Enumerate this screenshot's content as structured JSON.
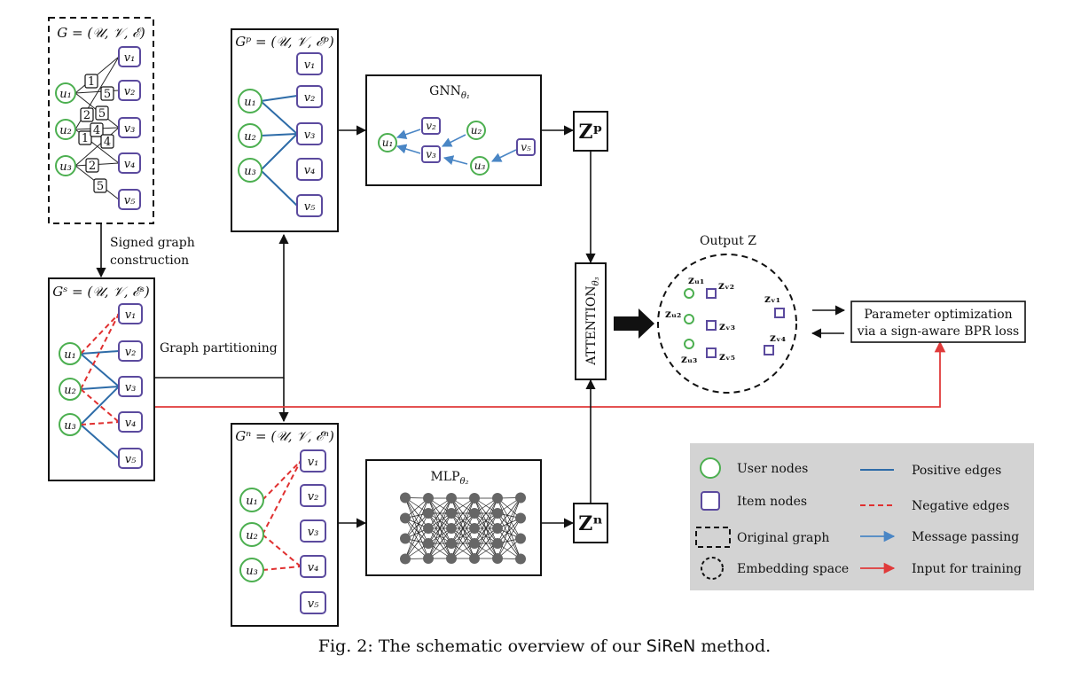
{
  "graph_g": {
    "title": "G = (𝒰, 𝒱, ℰ)"
  },
  "graph_s": {
    "title": "Gˢ = (𝒰, 𝒱, ℰˢ)"
  },
  "graph_p": {
    "title": "Gᵖ = (𝒰, 𝒱, ℰᵖ)"
  },
  "graph_n": {
    "title": "Gⁿ = (𝒰, 𝒱, ℰⁿ)"
  },
  "nodes": {
    "u1": "u₁",
    "u2": "u₂",
    "u3": "u₃",
    "v1": "v₁",
    "v2": "v₂",
    "v3": "v₃",
    "v4": "v₄",
    "v5": "v₅"
  },
  "ratings": [
    "1",
    "5",
    "2",
    "5",
    "1",
    "4",
    "4",
    "2",
    "5"
  ],
  "labels": {
    "signed_construction_1": "Signed graph",
    "signed_construction_2": "construction",
    "graph_partitioning": "Graph partitioning",
    "gnn": "GNN",
    "gnn_sub": "θ₁",
    "mlp": "MLP",
    "mlp_sub": "θ₂",
    "zp": "Zᵖ",
    "zn": "Zⁿ",
    "attention": "ATTENTION",
    "attention_sub": "θ₃",
    "output": "Output Z",
    "param_opt_1": "Parameter optimization",
    "param_opt_2": "via a sign-aware BPR loss"
  },
  "embeddings": {
    "zu1": "zᵤ₁",
    "zu2": "zᵤ₂",
    "zu3": "zᵤ₃",
    "zv1": "zᵥ₁",
    "zv2": "zᵥ₂",
    "zv3": "zᵥ₃",
    "zv4": "zᵥ₄",
    "zv5": "zᵥ₅"
  },
  "legend": {
    "user_nodes": "User nodes",
    "item_nodes": "Item nodes",
    "original_graph": "Original graph",
    "embedding_space": "Embedding space",
    "positive_edges": "Positive edges",
    "negative_edges": "Negative edges",
    "message_passing": "Message passing",
    "input_for_training": "Input for training"
  },
  "caption": {
    "prefix": "Fig. 2: The schematic overview of our ",
    "method": "SiReN",
    "suffix": " method."
  },
  "colors": {
    "user": "#4caf50",
    "item": "#5b4a9e",
    "positive": "#2e6ca8",
    "negative": "#e03030",
    "message": "#4a86c5",
    "training": "#e03a3a",
    "legend_bg": "#d3d3d3"
  }
}
